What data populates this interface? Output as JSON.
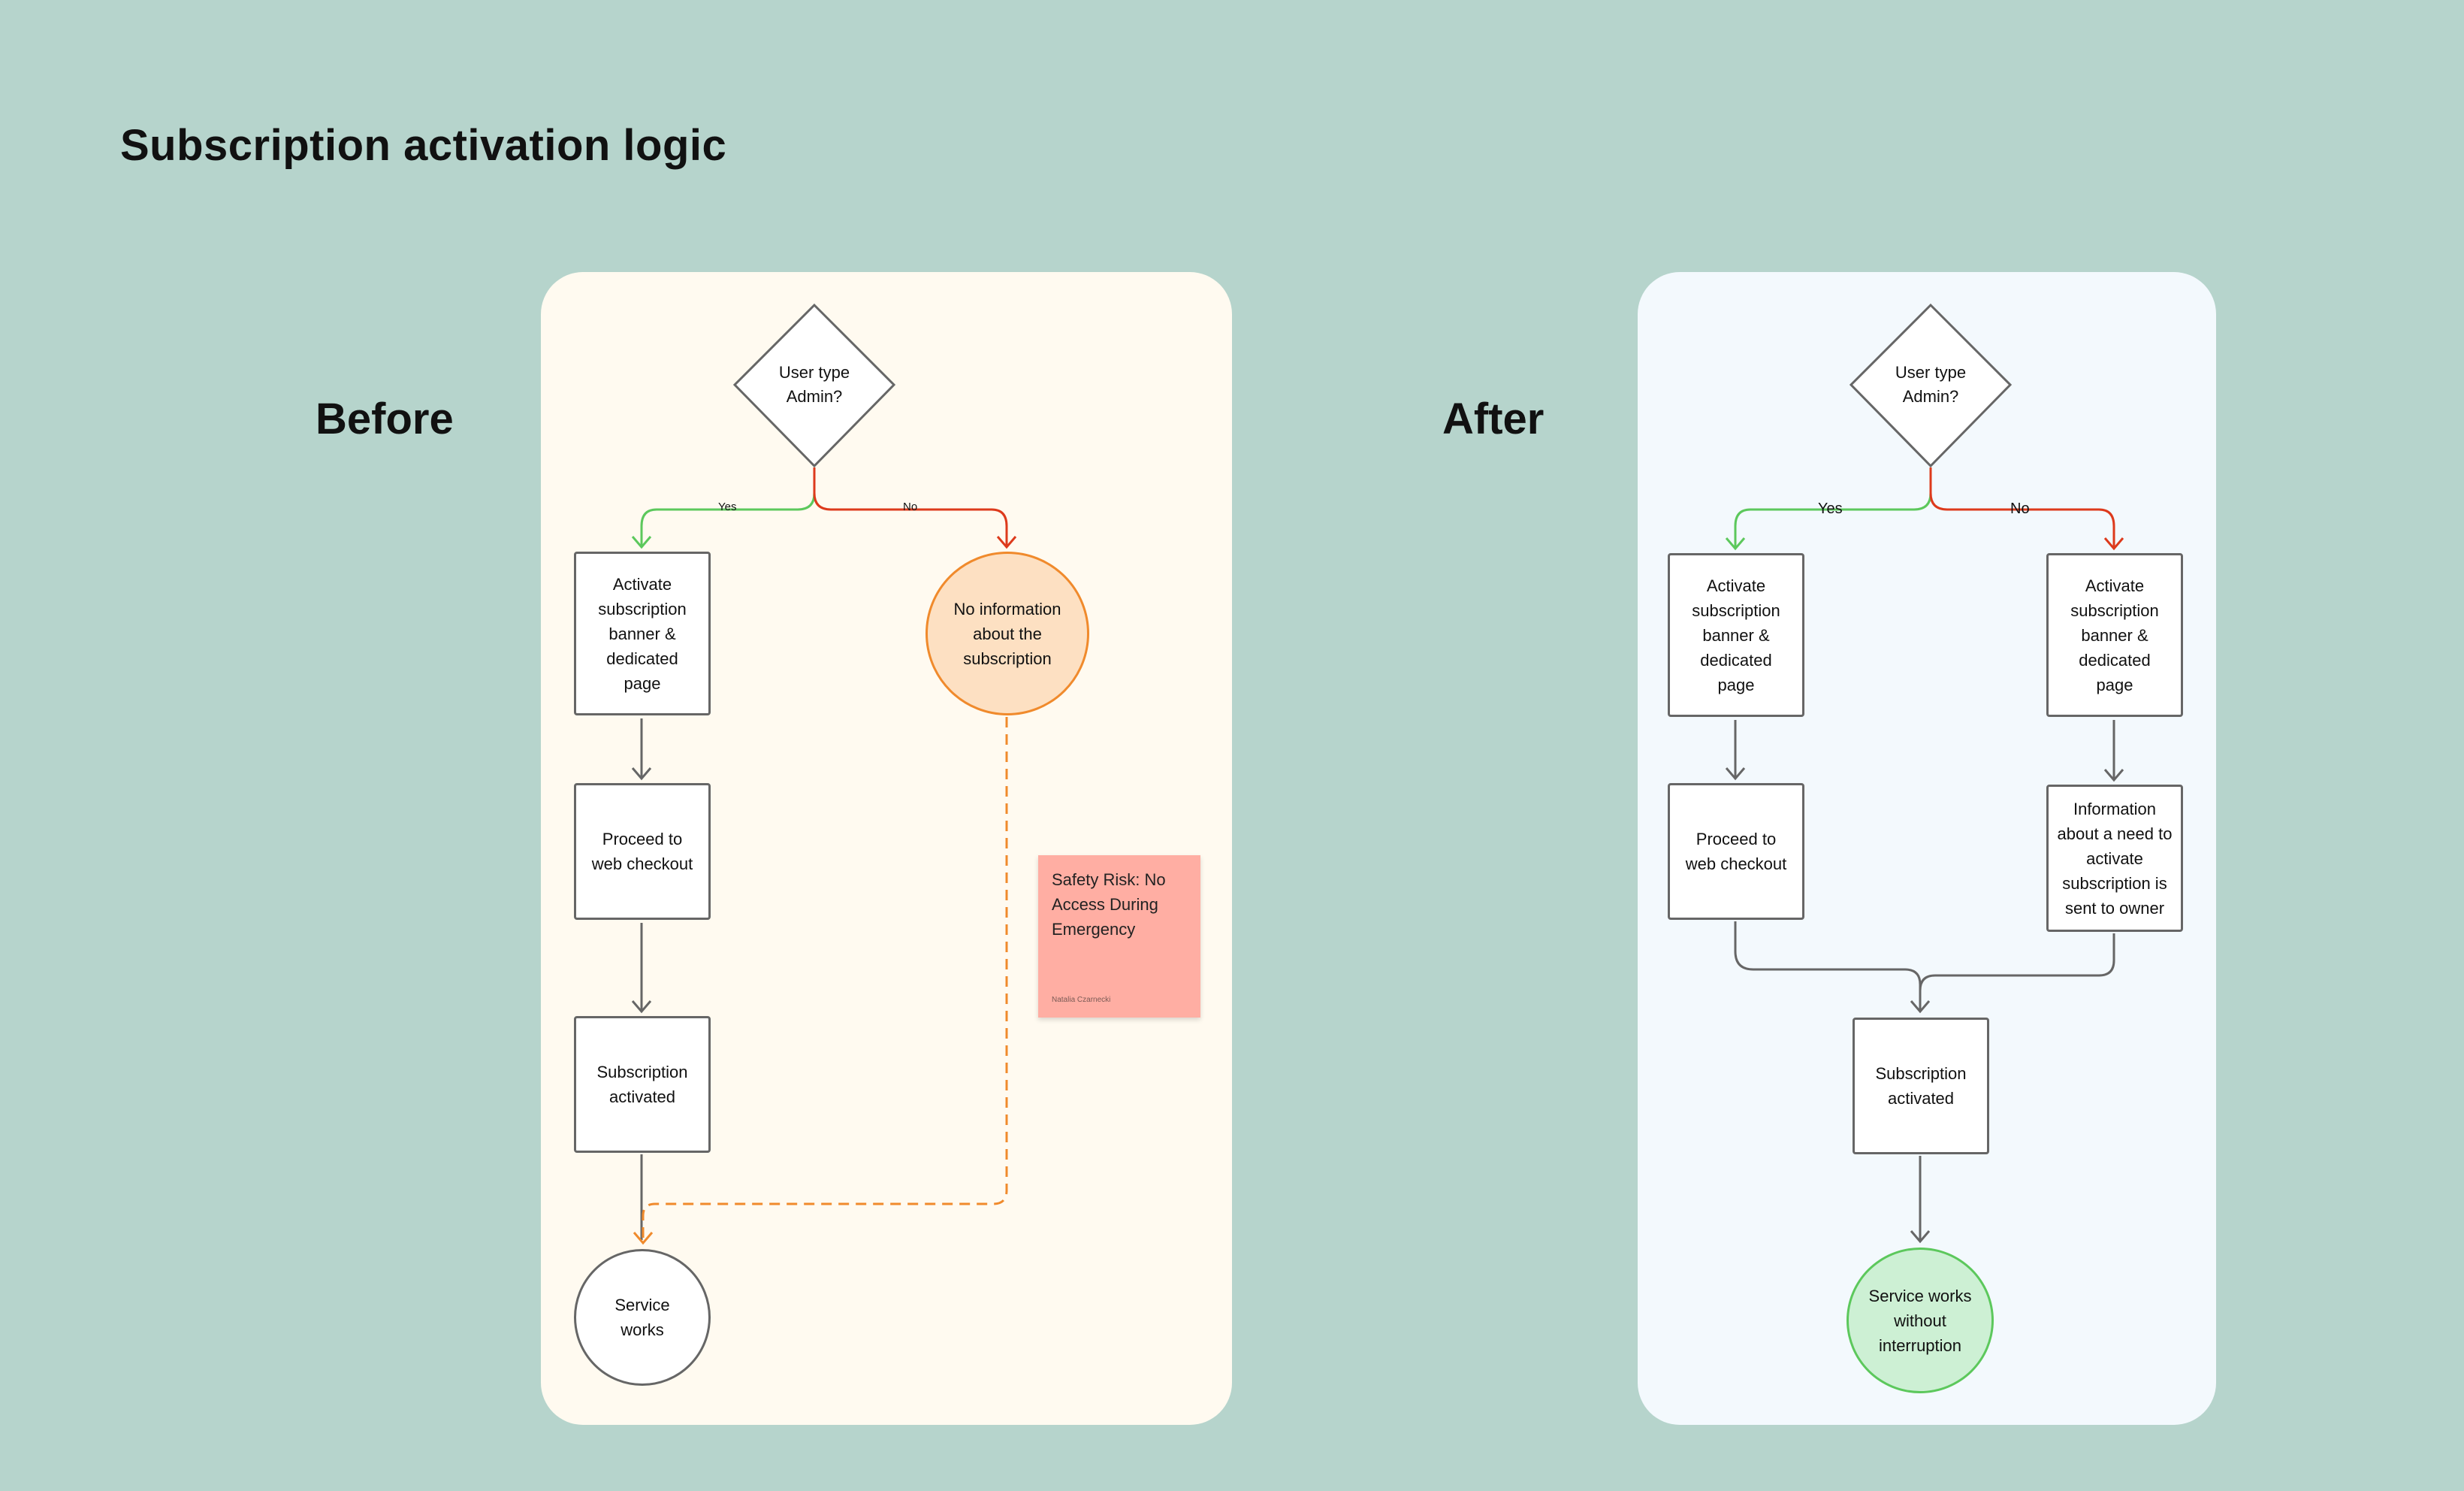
{
  "page": {
    "title": "Subscription activation logic"
  },
  "before": {
    "label": "Before",
    "decision": "User type Admin?",
    "yes_label": "Yes",
    "no_label": "No",
    "nodes": {
      "activate": "Activate subscription banner & dedicated page",
      "checkout": "Proceed to web checkout",
      "activated": "Subscription activated",
      "service": "Service works",
      "no_info": "No information about the subscription"
    },
    "sticky": {
      "text": "Safety Risk: No Access During Emergency",
      "author": "Natalia Czarnecki"
    }
  },
  "after": {
    "label": "After",
    "decision": "User type Admin?",
    "yes_label": "Yes",
    "no_label": "No",
    "nodes": {
      "activate_yes": "Activate subscription banner & dedicated page",
      "checkout": "Proceed to web checkout",
      "activate_no": "Activate subscription banner & dedicated page",
      "info_owner": "Information about a need to activate subscription is sent to owner",
      "activated": "Subscription activated",
      "service": "Service works without interruption"
    }
  },
  "colors": {
    "background": "#b6d4cc",
    "before_panel": "#fffaf0",
    "after_panel": "#f3f9fd",
    "yes_edge": "#5cc85c",
    "no_edge": "#dd3a1c",
    "warning_edge": "#f08a2c",
    "no_info_fill": "#fde0c2",
    "success_fill": "#cdf0d4",
    "success_border": "#5cc85c",
    "sticky_fill": "#ffaea3"
  }
}
